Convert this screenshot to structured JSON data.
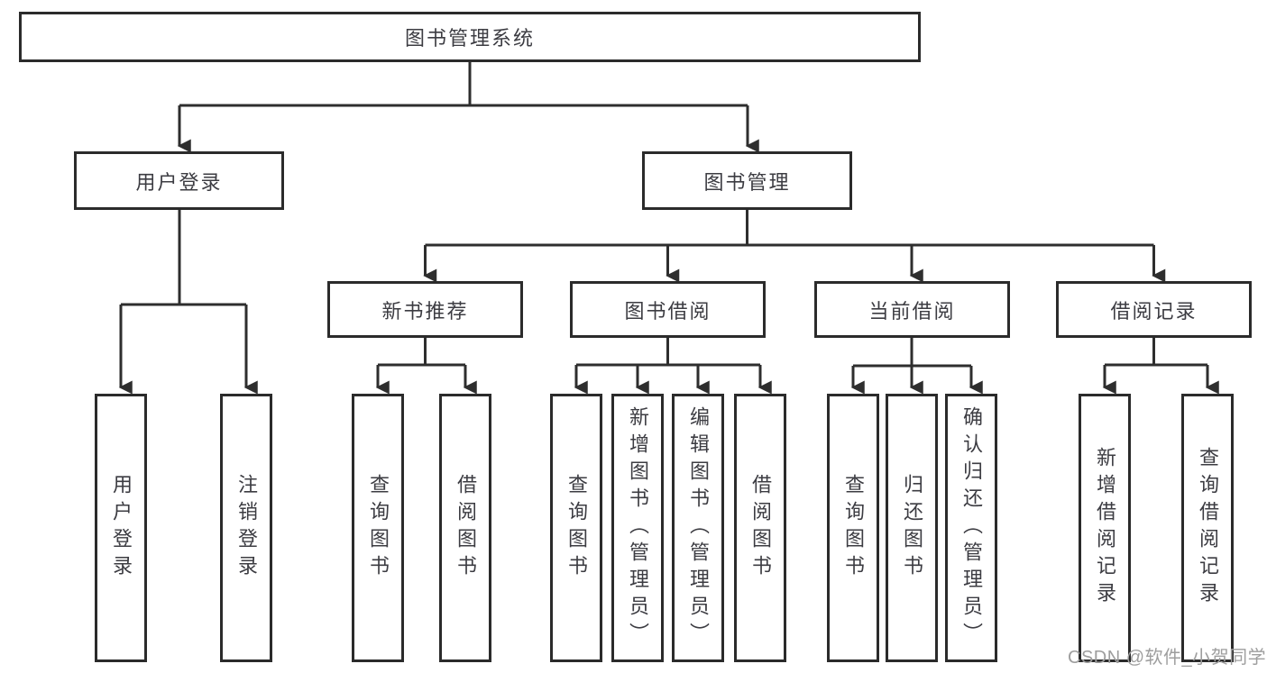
{
  "nodes": {
    "root": "图书管理系统",
    "level2": {
      "user_login": "用户登录",
      "book_management": "图书管理"
    },
    "level3": {
      "new_book_recommend": "新书推荐",
      "book_borrow": "图书借阅",
      "current_borrow": "当前借阅",
      "borrow_records": "借阅记录"
    },
    "leaves": {
      "user_login": "用户登录",
      "logout": "注销登录",
      "nb_query_books": "查询图书",
      "nb_borrow_books": "借阅图书",
      "bb_query_books": "查询图书",
      "bb_add_books": "新增图书（管理员）",
      "bb_edit_books": "编辑图书（管理员）",
      "bb_borrow_books": "借阅图书",
      "cb_query_books": "查询图书",
      "cb_return_books": "归还图书",
      "cb_confirm_return": "确认归还（管理员）",
      "br_add_record": "新增借阅记录",
      "br_query_record": "查询借阅记录"
    },
    "watermark": "CSDN @软件_小贺同学"
  },
  "colors": {
    "box_border": "#2b2b2b",
    "connector_line": "#2e2e2e",
    "text": "#3c3c42",
    "watermark_text": "#9e9e9e",
    "background": "#ffffff"
  }
}
